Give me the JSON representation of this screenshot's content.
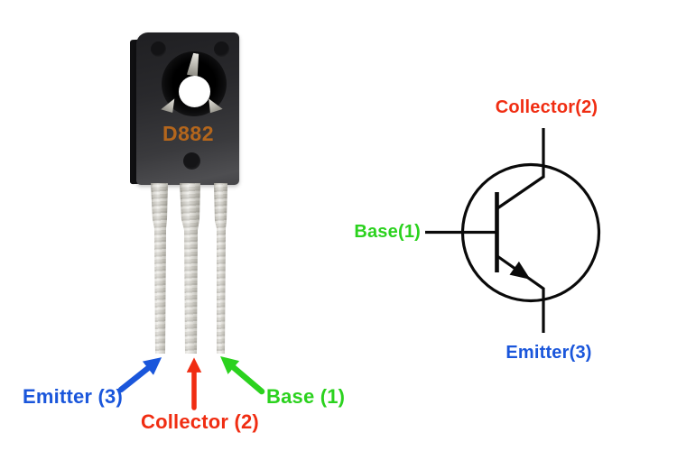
{
  "colors": {
    "blue": "#1a56db",
    "red": "#f02d12",
    "green": "#2bd21e",
    "marking_orange": "#b4661c",
    "line_black": "#0a0a0a"
  },
  "photo": {
    "part_marking": "D882",
    "labels": {
      "emitter": {
        "text": "Emitter (3)"
      },
      "collector": {
        "text": "Collector (2)"
      },
      "base": {
        "text": "Base (1)"
      }
    }
  },
  "schematic": {
    "labels": {
      "collector": {
        "text": "Collector(2)"
      },
      "base": {
        "text": "Base(1)"
      },
      "emitter": {
        "text": "Emitter(3)"
      }
    }
  }
}
